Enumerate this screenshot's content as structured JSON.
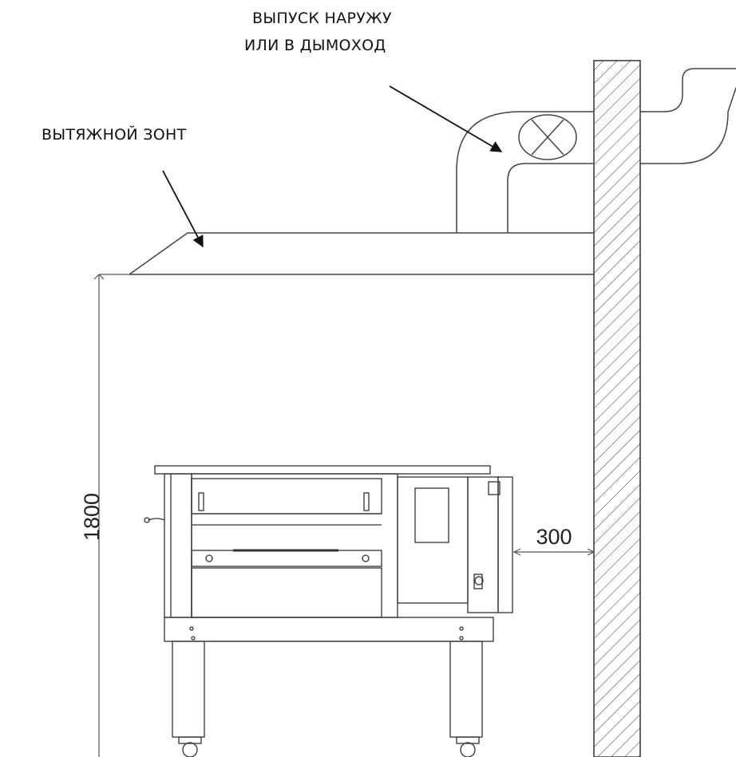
{
  "labels": {
    "exhaust_line1": "ВЫПУСК НАРУЖУ",
    "exhaust_line2": "ИЛИ В ДЫМОХОД",
    "hood": "ВЫТЯЖНОЙ ЗОНТ"
  },
  "dimensions": {
    "height": "1800",
    "wall_gap": "300"
  },
  "colors": {
    "line": "#333333",
    "hatch": "#555555"
  }
}
